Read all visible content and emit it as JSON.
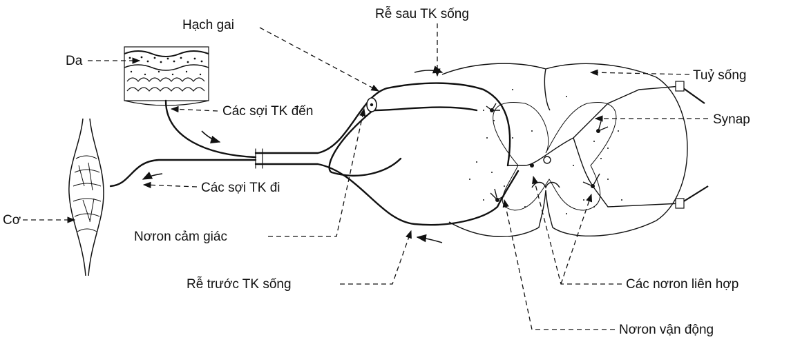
{
  "labels": {
    "hach_gai": "Hạch gai",
    "re_sau": "Rễ sau TK sống",
    "da": "Da",
    "tuy_song": "Tuỷ sống",
    "soi_den": "Các sợi TK đến",
    "synap": "Synap",
    "soi_di": "Các sợi TK đi",
    "co": "Cơ",
    "noron_cam_giac": "Nơron cảm giác",
    "re_truoc": "Rễ trước TK sống",
    "noron_lien_hop": "Các nơron liên hợp",
    "noron_van_dong": "Nơron vận động"
  },
  "colors": {
    "ink": "#111111",
    "background": "#ffffff"
  }
}
